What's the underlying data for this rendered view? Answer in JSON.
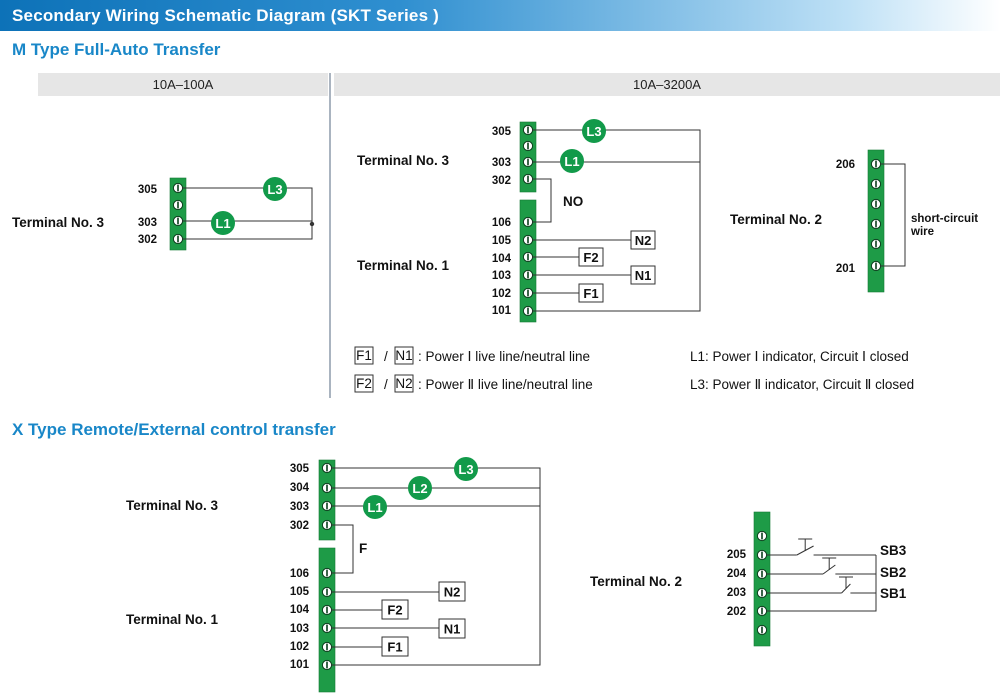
{
  "header": {
    "title": "Secondary Wiring Schematic Diagram (SKT Series )"
  },
  "sections": {
    "m_type": "M Type Full-Auto Transfer",
    "x_type": "X Type Remote/External control transfer"
  },
  "columns": {
    "small_range": "10A–100A",
    "large_range": "10A–3200A"
  },
  "labels": {
    "terminal_3": "Terminal No. 3",
    "terminal_1": "Terminal No. 1",
    "terminal_2": "Terminal No. 2",
    "no": "NO",
    "f": "F",
    "short_circuit_1": "short-circuit",
    "short_circuit_2": "wire"
  },
  "components": {
    "l1": "L1",
    "l2": "L2",
    "l3": "L3",
    "f1": "F1",
    "f2": "F2",
    "n1": "N1",
    "n2": "N2",
    "sb1": "SB1",
    "sb2": "SB2",
    "sb3": "SB3"
  },
  "terminals": {
    "t3_small": [
      "305",
      "303",
      "302"
    ],
    "t3_m": [
      "305",
      "303",
      "302"
    ],
    "t1_m": [
      "106",
      "105",
      "104",
      "103",
      "102",
      "101"
    ],
    "t2_m": [
      "206",
      "201"
    ],
    "t3_x": [
      "305",
      "304",
      "303",
      "302"
    ],
    "t1_x": [
      "106",
      "105",
      "104",
      "103",
      "102",
      "101"
    ],
    "t2_x": [
      "205",
      "204",
      "203",
      "202"
    ]
  },
  "legend": {
    "f1": "F1",
    "n1": "N1",
    "f2": "F2",
    "n2": "N2",
    "slash": "/",
    "power1_text": ":  Power  Ⅰ  live line/neutral line",
    "power2_text": ":  Power  Ⅱ  live line/neutral line",
    "l1_text": "L1: Power Ⅰ indicator, Circuit Ⅰ closed",
    "l3_text": "L3: Power Ⅱ indicator, Circuit Ⅱ closed"
  },
  "colors": {
    "accent_blue": "#1987c8",
    "terminal_green": "#1e9b47",
    "lamp_green": "#129a4a",
    "wire": "#333333"
  }
}
